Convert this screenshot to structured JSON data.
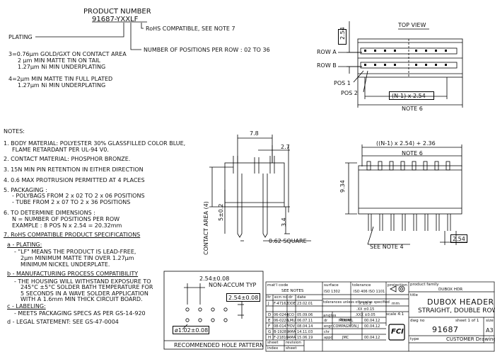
{
  "header": {
    "product_number_label": "PRODUCT NUMBER",
    "product_number": "91687-YXXLF",
    "plating_label": "PLATING",
    "rohs_label": "RoHS COMPATIBLE, SEE NOTE 7",
    "positions_label": "NUMBER OF POSITIONS PER ROW : 02 TO 36"
  },
  "plating_options": [
    {
      "line1": "3=0.76µm GOLD/GXT ON CONTACT AREA",
      "line2": "2 µm MIN MATTE TIN ON TAIL",
      "line3": "1.27µm Ni MIN UNDERPLATING"
    },
    {
      "line1": "4=2µm MIN MATTE TIN FULL PLATED",
      "line2": "1.27µm Ni MIN UNDERPLATING",
      "line3": ""
    }
  ],
  "notes": {
    "title": "NOTES:",
    "n1a": "1. BODY MATERIAL: POLYESTER 30% GLASSFILLED COLOR BLUE,",
    "n1b": "FLAME RETARDANT PER UL-94 V0.",
    "n2": "2. CONTACT MATERIAL: PHOSPHOR BRONZE.",
    "n3": "3. 15N MIN PIN RETENTION IN EITHER DIRECTION",
    "n4": "4. 0.6 MAX PROTRUSION PERMITTED AT 4 PLACES",
    "n5": "5. PACKAGING :",
    "n5a": "- POLYBAGS FROM 2 x 02 TO 2 x 06 POSITIONS",
    "n5b": "- TUBE FROM 2 x 07 TO 2 x 36 POSITIONS",
    "n6": "6. TO DETERMINE DIMENSIONS :",
    "n6a": "N = NUMBER OF POSITIONS PER ROW",
    "n6b": "EXAMPLE : 8 POS  N x 2.54 = 20.32mm",
    "n7": "7. RoHS COMPATIBLE PRODUCT SPECIFICATIONS",
    "a": "a - PLATING:",
    "a1": "- \"LF\"  MEANS THE PRODUCT IS LEAD-FREE,",
    "a2": "2µm MINIMUM MATTE TIN OVER 1.27µm",
    "a3": "MINIMUM NICKEL UNDERPLATE.",
    "b": "b - MANUFACTURING PROCESS COMPATIBILITY",
    "b1": "- THE HOUSING WILL WITHSTAND EXPOSURE TO",
    "b2": "245°C ±5°C SOLDER BATH TEMPERATURE FOR",
    "b3": "5 SECONDS IN A WAVE SOLDER APPLICATION",
    "b4": "WITH A 1.6mm MIN THICK CIRCUIT BOARD.",
    "c": "c - LABELING:",
    "c1": "- MEETS PACKAGING SPECS AS PER GS-14-920",
    "d": "d - LEGAL STATEMENT: SEE GS-47-0004"
  },
  "top_view": {
    "title": "TOP VIEW",
    "row_a": "ROW A",
    "row_b": "ROW B",
    "pos1": "POS 1",
    "pos2": "POS 2",
    "dim_pitch": "2.54",
    "dim_length": "(N-1) x 2.54",
    "note": "NOTE 6"
  },
  "side_view": {
    "dim_width": "7.8",
    "dim_27": "2.7",
    "dim_5": "5±0.2",
    "dim_34": "3.4",
    "contact_area": "CONTACT AREA (4)",
    "square": "0.62 SQUARE"
  },
  "front_view": {
    "dim_total": "((N-1) x 2.54) + 2.36",
    "note6": "NOTE 6",
    "dim_height": "9.34",
    "dim_pitch": "2.54",
    "see_note": "SEE NOTE 4"
  },
  "hole_pattern": {
    "dim_a": "2.54±0.08",
    "non_accum": "NON-ACCUM TYP",
    "dim_b": "2.54±0.08",
    "dia": "ø1.02±0.08",
    "title": "RECOMMENDED HOLE PATTERN"
  },
  "title_block": {
    "matl_code": "mat'l code",
    "see_notes": "SEE NOTES",
    "surface": "surface",
    "iso": "ISO 1302",
    "tolerance": "tolerance",
    "iso2": "ISO 406  ISO 1101",
    "ltr_hdr": [
      "ltr",
      "ecn no",
      "dr",
      "date"
    ],
    "tol_hdr": "tolerances unless otherwise specified",
    "angles": "angles",
    "linear": "linear",
    "tol_rows": [
      ".X   ±0.3",
      ".XX  ±0.15",
      ".XXX ±0.05"
    ],
    "mm": "mm",
    "scale": "scale 4:1",
    "projection": "projection",
    "revs": [
      [
        "J",
        "F-47162",
        "DDE",
        "23.02.01"
      ],
      [
        "D",
        "06-0244",
        "JCO",
        "05.09.06"
      ],
      [
        "E",
        "06-0226",
        "LMU",
        "06.07.11"
      ],
      [
        "F",
        "08-0147",
        "YOV",
        "08.04.14"
      ],
      [
        "G",
        "B-19285",
        "AMA",
        "14.11.03"
      ],
      [
        "H",
        "F-21810",
        "AMA",
        "15.06.19"
      ]
    ],
    "sign_labels": [
      "dr",
      "engr",
      "chr",
      "appd"
    ],
    "sign_names": [
      "MULIN.L",
      "COMPAGNON.J",
      "",
      "JMC"
    ],
    "sign_dates": [
      "00.04.12",
      "00.04.12",
      "",
      "00.04.12"
    ],
    "sheet": "sheet",
    "revision": "revision",
    "index": "index",
    "sheet2": "sheet",
    "product_family_label": "product family",
    "product_family": "DUBOX HDR",
    "title_label": "title",
    "title_line1": "DUBOX HEADER",
    "title_line2": "STRAIGHT, DOUBLE ROW",
    "dwg_no_label": "dwg no",
    "dwg_no": "91687",
    "sheet_of": "sheet 1 of 1",
    "size_label": "size",
    "size": "A3",
    "type_label": "type",
    "type": "CUSTOMER Drawing",
    "logo": "FCI"
  }
}
